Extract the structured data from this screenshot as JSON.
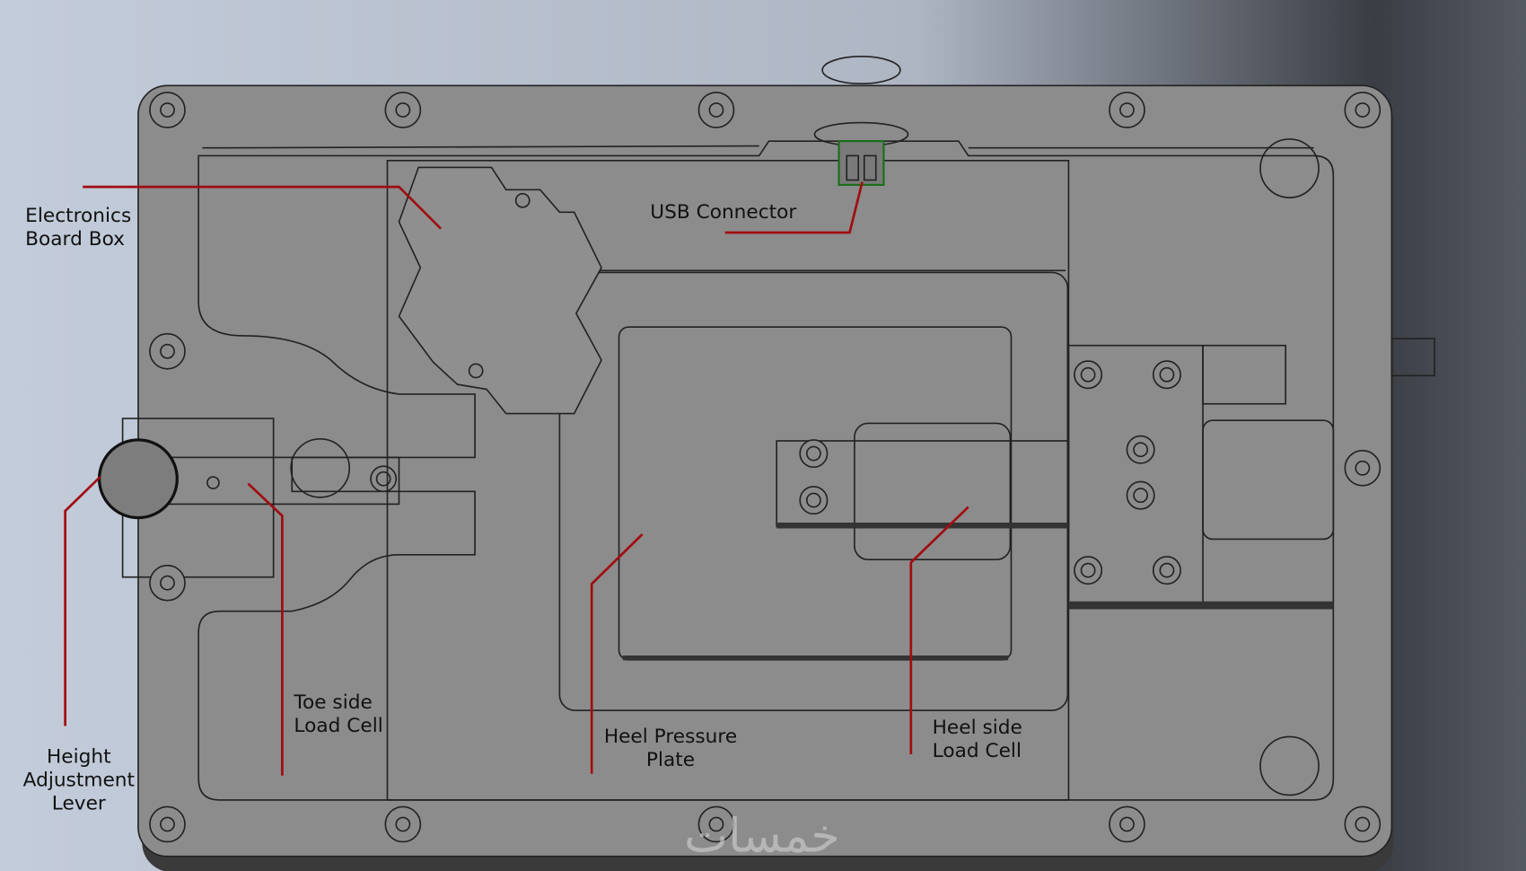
{
  "labels": {
    "electronics_board_box": [
      "Electronics",
      "Board Box"
    ],
    "usb_connector": "USB Connector",
    "toe_side_load_cell": [
      "Toe side",
      "Load Cell"
    ],
    "heel_pressure_plate": [
      "Heel Pressure",
      "Plate"
    ],
    "heel_side_load_cell": [
      "Heel side",
      "Load Cell"
    ],
    "height_adjustment_lever": [
      "Height",
      "Adjustment",
      "Lever"
    ]
  },
  "watermark": "خمسات",
  "colors": {
    "leader": "#a00d12",
    "body": "#8c8c8c",
    "background": "#b9c3d3"
  }
}
